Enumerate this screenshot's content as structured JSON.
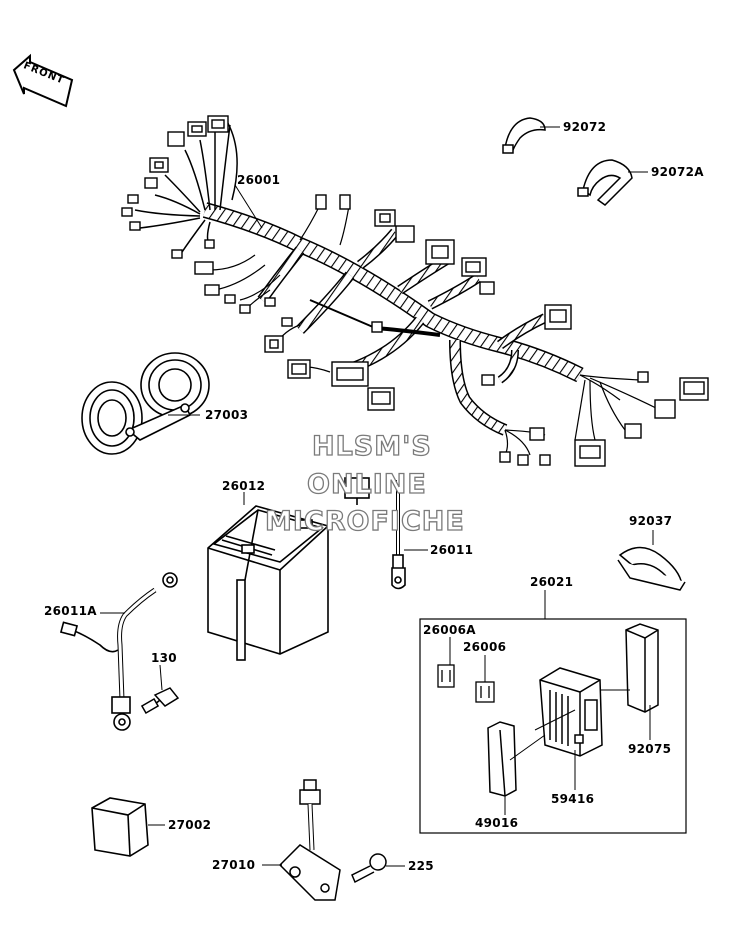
{
  "watermark": {
    "line1": "HLSM'S",
    "line2": "ONLINE",
    "line3": "MICROFICHE"
  },
  "front_arrow": {
    "label": "FRONT"
  },
  "parts": {
    "p26001": "26001",
    "p27003": "27003",
    "p26012": "26012",
    "p26011": "26011",
    "p26011A": "26011A",
    "p130": "130",
    "p27002": "27002",
    "p27010": "27010",
    "p225": "225",
    "p92072": "92072",
    "p92072A": "92072A",
    "p92037": "92037",
    "p26021": "26021",
    "p26006A": "26006A",
    "p26006": "26006",
    "p92075": "92075",
    "p59416": "59416",
    "p49016": "49016"
  }
}
